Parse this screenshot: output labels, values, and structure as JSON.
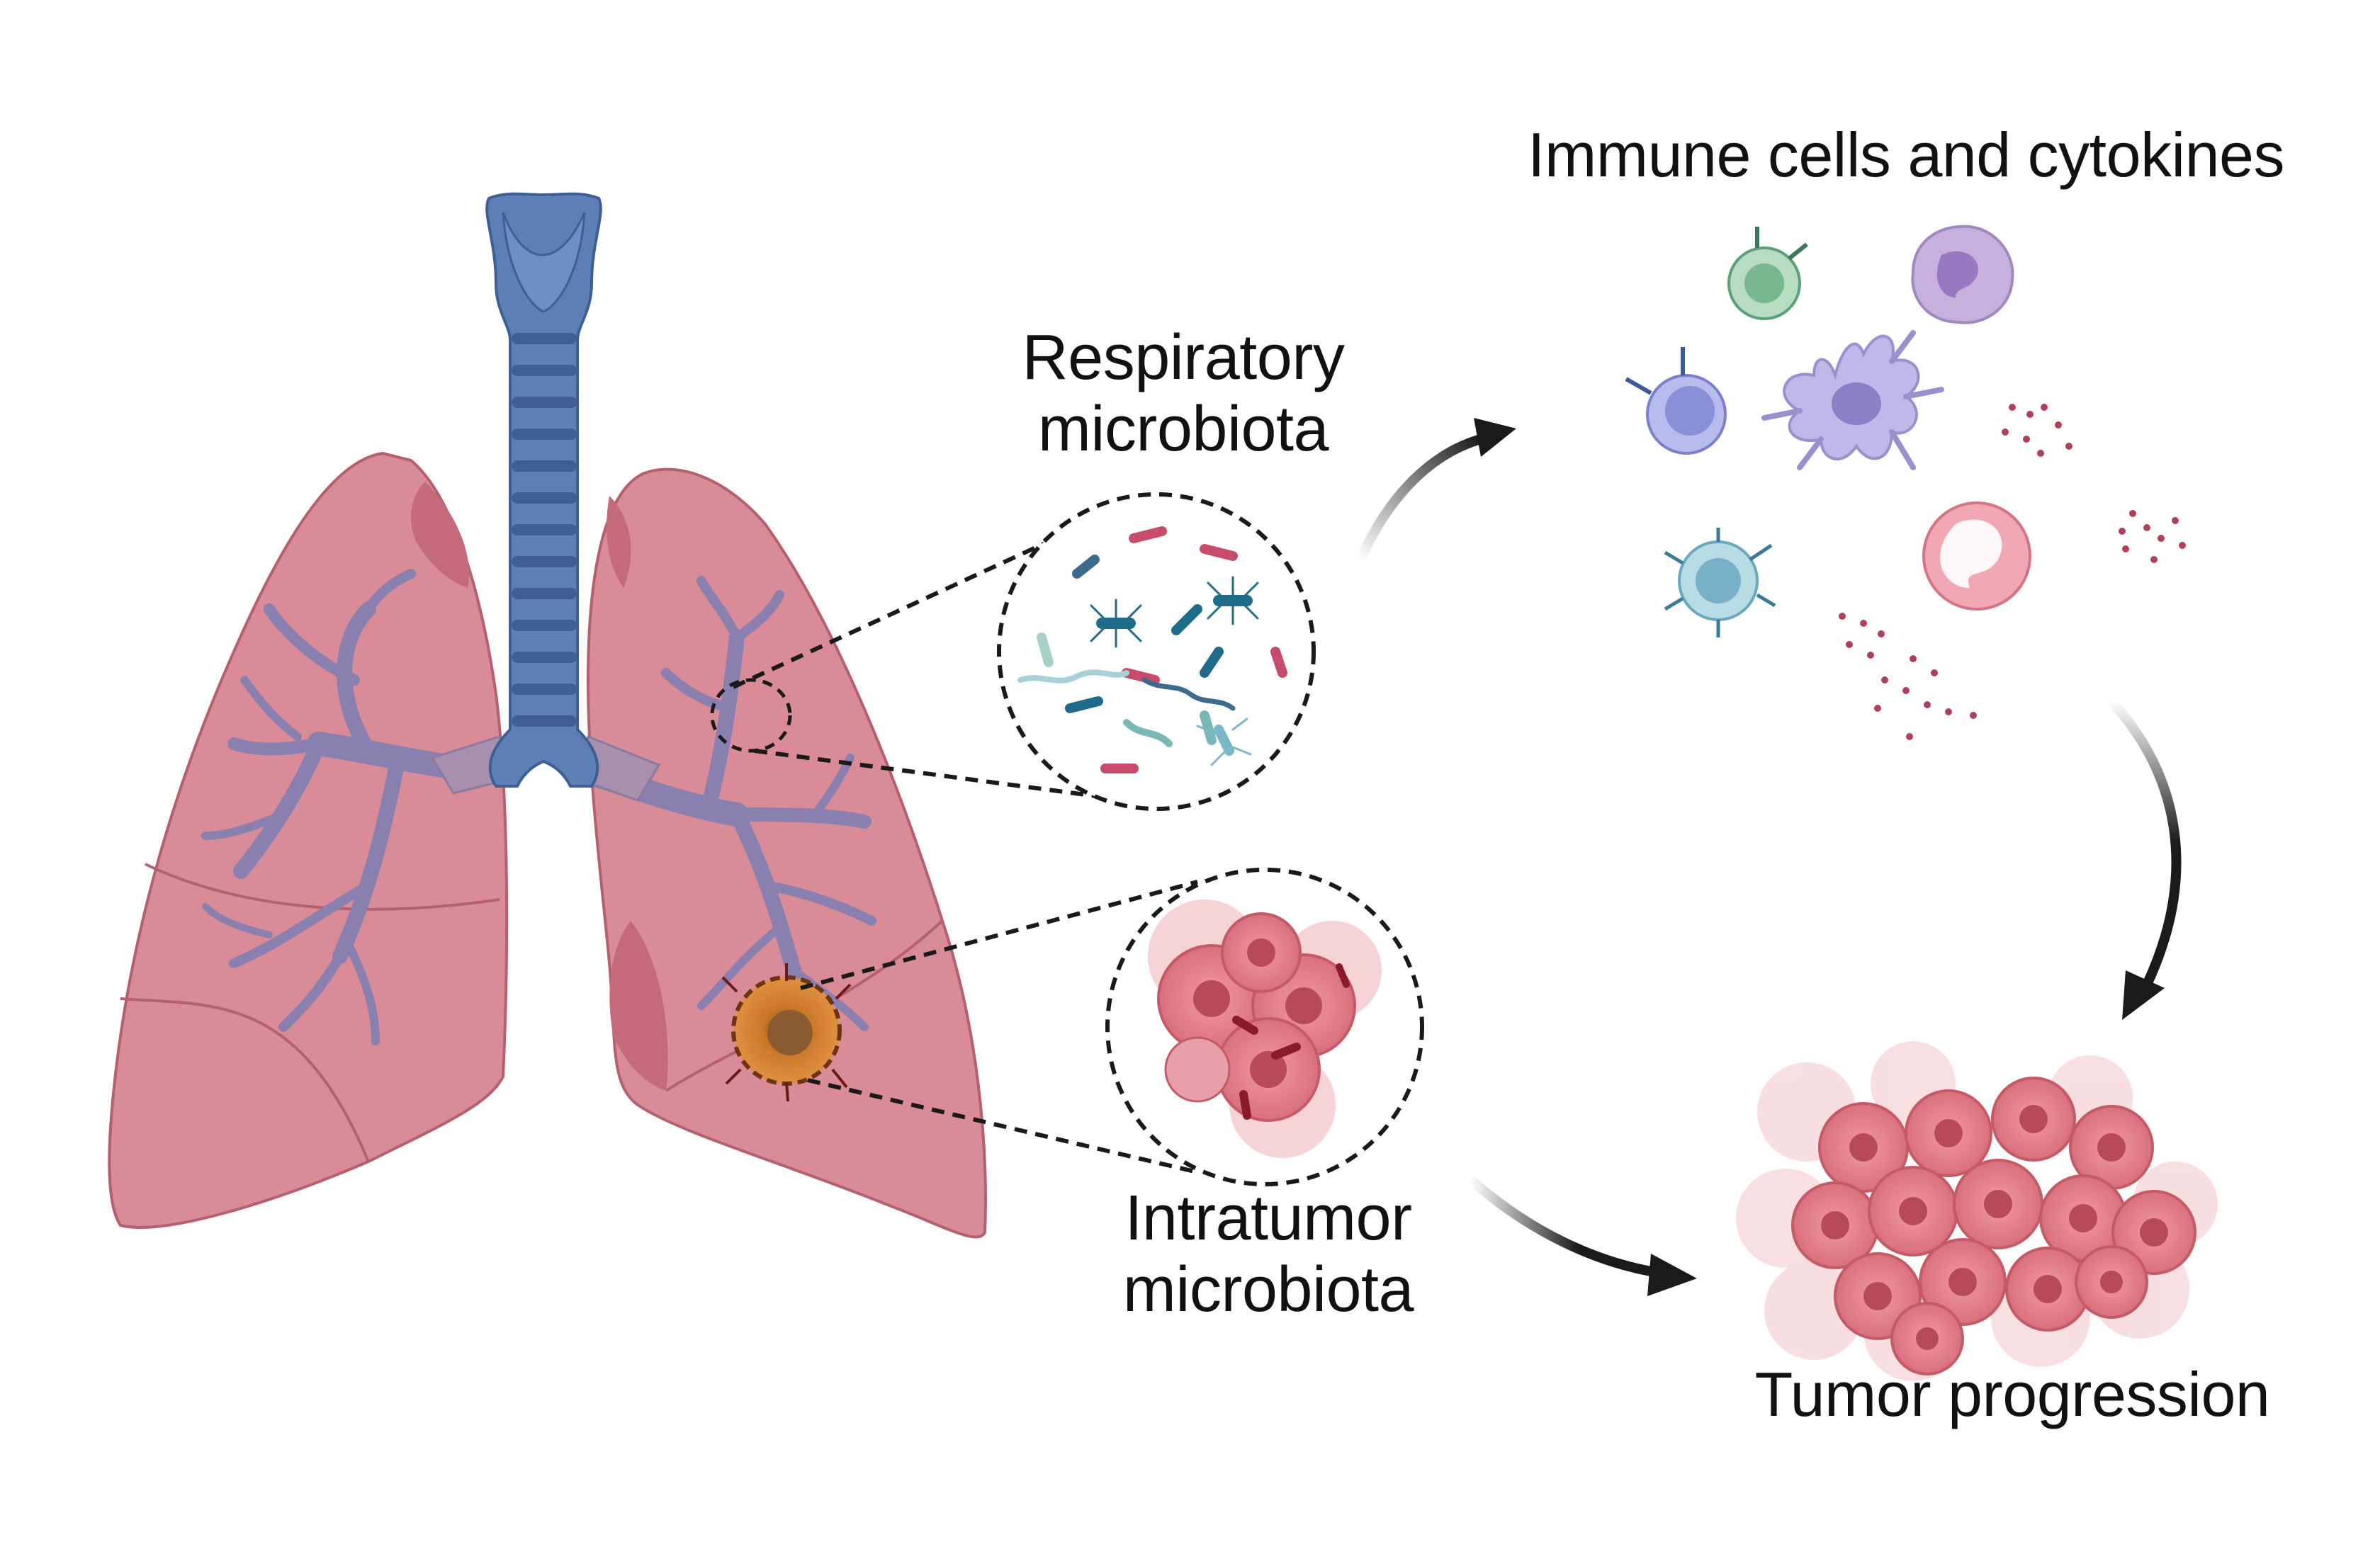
{
  "labels": {
    "immune": "Immune cells and cytokines",
    "respiratory_line1": "Respiratory",
    "respiratory_line2": "microbiota",
    "intratumor_line1": "Intratumor",
    "intratumor_line2": "microbiota",
    "tumor": "Tumor progression"
  },
  "colors": {
    "lung_fill": "#d98c98",
    "lung_stroke": "#b5606d",
    "lung_shadow": "#c46a78",
    "trachea": "#5c7fb5",
    "trachea_dark": "#3f5e94",
    "bronchi": "#8a80b0",
    "tumor_nodule": "#c86a20",
    "tumor_cell": "#e8808a",
    "arrow": "#1a1a1a",
    "cytokine": "#b0405a"
  }
}
